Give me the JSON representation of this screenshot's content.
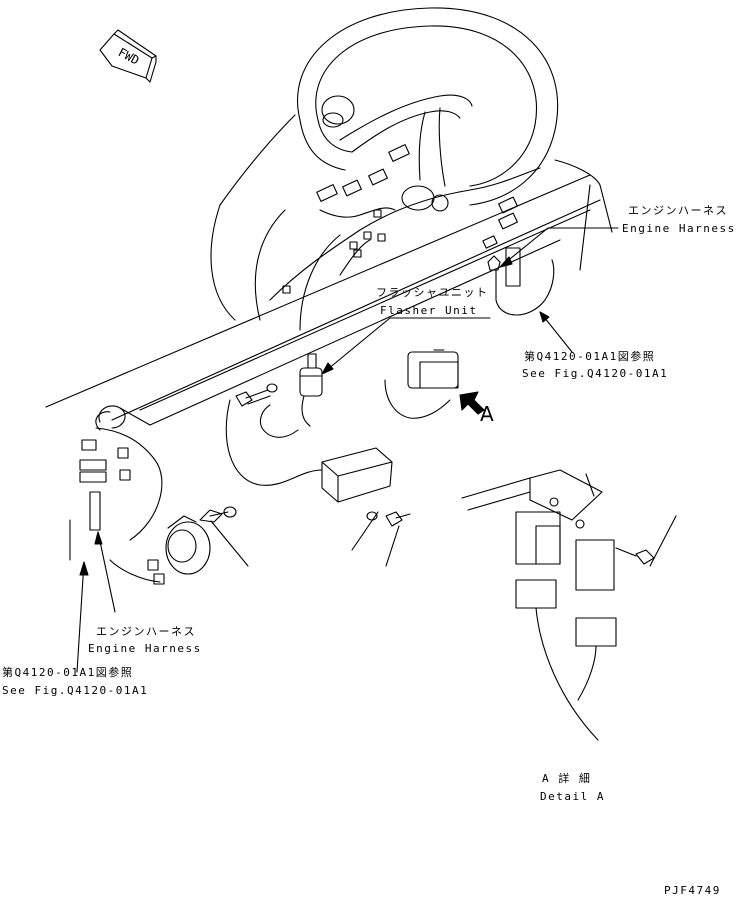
{
  "direction_tag": "FWD",
  "labels": {
    "engine_harness_top_jp": "エンジンハーネス",
    "engine_harness_top_en": "Engine Harness",
    "flasher_unit_jp": "フラッシャユニット",
    "flasher_unit_en": "Flasher Unit",
    "see_fig_right_jp": "第Q4120-01A1図参照",
    "see_fig_right_en": "See Fig.Q4120-01A1",
    "view_a": "A",
    "engine_harness_left_jp": "エンジンハーネス",
    "engine_harness_left_en": "Engine Harness",
    "see_fig_left_jp": "第Q4120-01A1図参照",
    "see_fig_left_en": "See Fig.Q4120-01A1",
    "detail_a_jp": "A 詳 細",
    "detail_a_en": "Detail A",
    "drawing_number": "PJF4749"
  }
}
